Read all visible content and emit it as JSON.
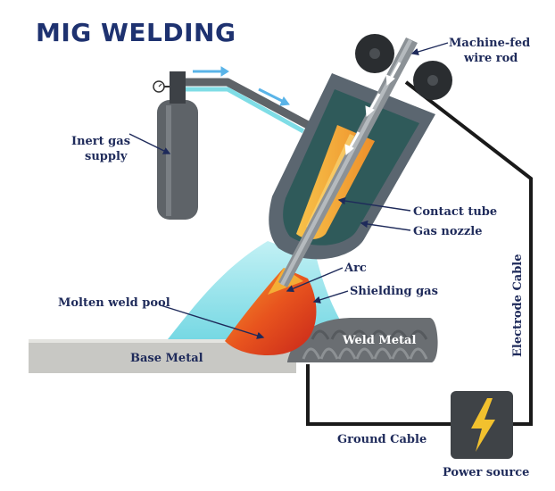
{
  "title": "MIG WELDING",
  "labels": {
    "machine_fed_line1": "Machine-fed",
    "machine_fed_line2": "wire rod",
    "inert_gas_line1": "Inert gas",
    "inert_gas_line2": "supply",
    "contact_tube": "Contact tube",
    "gas_nozzle": "Gas nozzle",
    "arc": "Arc",
    "shielding_gas": "Shielding gas",
    "molten_weld_pool": "Molten weld pool",
    "weld_metal": "Weld Metal",
    "base_metal": "Base Metal",
    "electrode_cable": "Electrode Cable",
    "ground_cable": "Ground Cable",
    "power_source": "Power source"
  },
  "colors": {
    "title": "#1e3270",
    "label": "#1e2a5a",
    "cable": "#1a1a1a",
    "nozzle_outer": "#5b6670",
    "nozzle_inner": "#2f5a5a",
    "contact_tube": "#f2a13a",
    "shielding_gas": "#7fdde6",
    "gas_arrow": "#5ab4e8",
    "weld_pool": "#e2451c",
    "base_metal": "#c8c8c4",
    "weld_bead": "#6a6e72",
    "cylinder": "#5e6368",
    "power_box": "#3f4347",
    "lightning": "#f2c12e"
  }
}
